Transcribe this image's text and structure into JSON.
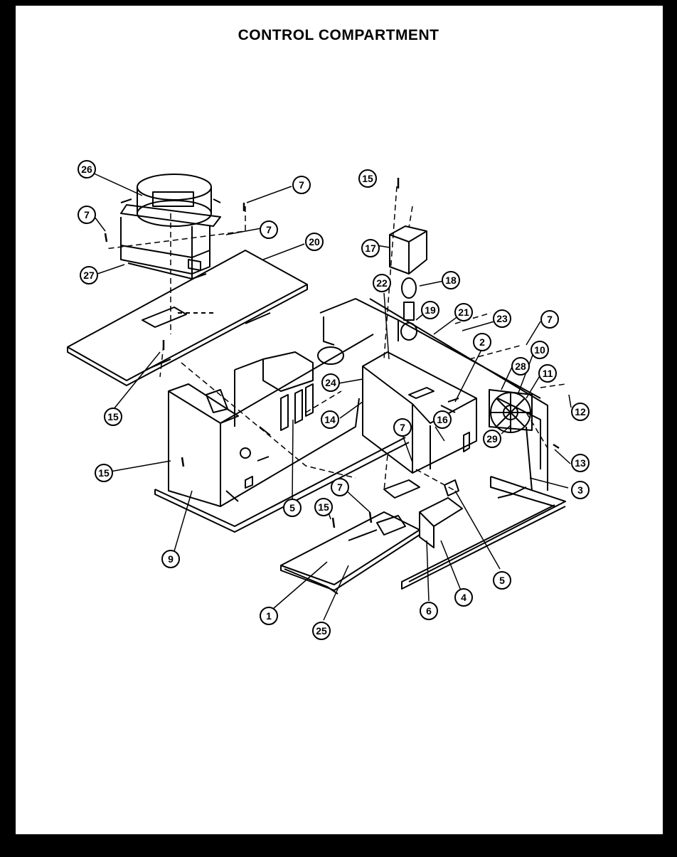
{
  "title": "CONTROL COMPARTMENT",
  "callouts": [
    "26",
    "7",
    "7",
    "7",
    "27",
    "20",
    "15",
    "15",
    "15",
    "17",
    "18",
    "22",
    "19",
    "21",
    "23",
    "7",
    "2",
    "10",
    "28",
    "11",
    "12",
    "24",
    "14",
    "7",
    "16",
    "29",
    "13",
    "3",
    "5",
    "7",
    "15",
    "9",
    "1",
    "25",
    "6",
    "4",
    "5"
  ],
  "colors": {
    "ink": "#000000",
    "paper": "#ffffff",
    "frame": "#000000"
  }
}
